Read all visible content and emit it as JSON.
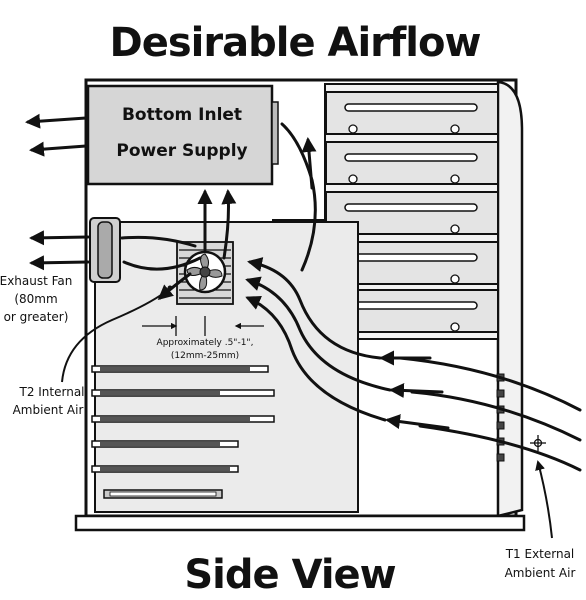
{
  "diagram": {
    "title": "Desirable Airflow",
    "view_label": "Side View",
    "power_supply": {
      "line1": "Bottom Inlet",
      "line2": "Power Supply"
    },
    "exhaust_fan": {
      "line1": "Exhaust Fan",
      "line2": "(80mm",
      "line3": "or greater)"
    },
    "spacing_note": {
      "line1": "Approximately .5\"-1\",",
      "line2": "(12mm-25mm)"
    },
    "t2_label": {
      "line1": "T2 Internal",
      "line2": "Ambient Air"
    },
    "t1_label": {
      "line1": "T1 External",
      "line2": "Ambient Air"
    }
  },
  "colors": {
    "line": "#111111",
    "case_fill": "#ffffff",
    "panel_fill": "#ebebeb",
    "psu_fill": "#d6d6d6",
    "bay_fill": "#e4e4e4",
    "card_fill": "#c8c8c8"
  }
}
